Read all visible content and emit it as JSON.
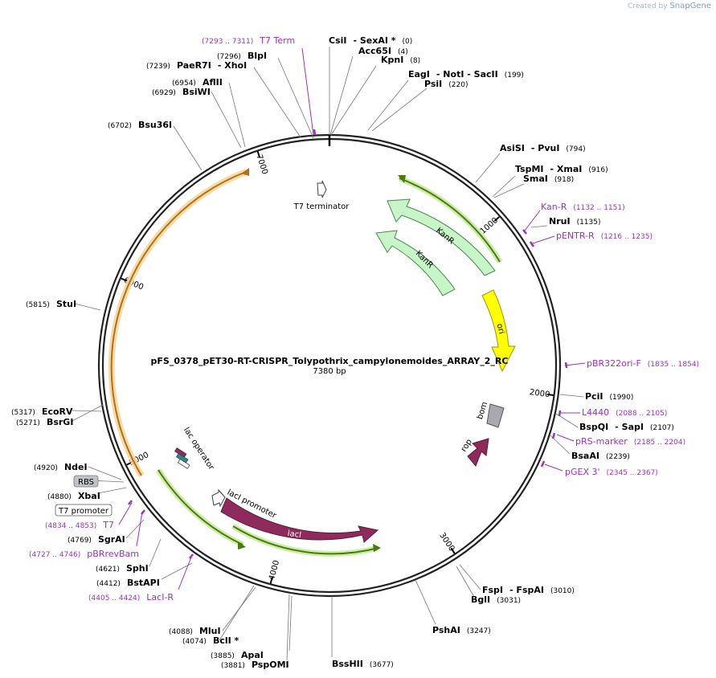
{
  "watermark": {
    "created_by": "Created by",
    "brand": "SnapGene"
  },
  "plasmid": {
    "name": "pFS_0378_pET30-RT-CRISPR_Tolypothrix_campylonemoides_ARRAY_2_RC",
    "size_label": "7380 bp",
    "length": 7380
  },
  "colors": {
    "backbone": "#222222",
    "enzyme": "#000000",
    "primer": "#9b30c8",
    "kanr": "#c8f5c8",
    "ori": "#ffff00",
    "laci": "#8e2a5c",
    "rop": "#8e2a5c",
    "bom": "#a8a8b0",
    "orf_green": "#4a7a10",
    "orf_orange": "#b0701c"
  },
  "ticks": [
    {
      "pos": 1000,
      "label": "1000"
    },
    {
      "pos": 2000,
      "label": "2000"
    },
    {
      "pos": 3000,
      "label": "3000"
    },
    {
      "pos": 4000,
      "label": "4000"
    },
    {
      "pos": 5000,
      "label": "5000"
    },
    {
      "pos": 6000,
      "label": "6000"
    },
    {
      "pos": 7000,
      "label": "7000"
    }
  ],
  "enzymes": [
    {
      "pos": "(0)",
      "name": "CsiI",
      "extra": "- SexAI *",
      "cut": 0
    },
    {
      "pos": "(4)",
      "name": "Acc65I",
      "extra": "",
      "cut": 4
    },
    {
      "pos": "(8)",
      "name": "KpnI",
      "extra": "",
      "cut": 8
    },
    {
      "pos": "(199)",
      "name": "EagI",
      "extra": "- NotI - SacII",
      "cut": 199
    },
    {
      "pos": "(220)",
      "name": "PsiI",
      "extra": "",
      "cut": 220
    },
    {
      "pos": "(794)",
      "name": "AsiSI",
      "extra": "- PvuI",
      "cut": 794
    },
    {
      "pos": "(916)",
      "name": "TspMI",
      "extra": "- XmaI",
      "cut": 916
    },
    {
      "pos": "(918)",
      "name": "SmaI",
      "extra": "",
      "cut": 918
    },
    {
      "pos": "(1135)",
      "name": "NruI",
      "extra": "",
      "cut": 1135
    },
    {
      "pos": "(1990)",
      "name": "PciI",
      "extra": "",
      "cut": 1990
    },
    {
      "pos": "(2107)",
      "name": "BspQI",
      "extra": "- SapI",
      "cut": 2107
    },
    {
      "pos": "(2239)",
      "name": "BsaAI",
      "extra": "",
      "cut": 2239
    },
    {
      "pos": "(3010)",
      "name": "FspI",
      "extra": "- FspAI",
      "cut": 3010
    },
    {
      "pos": "(3031)",
      "name": "BglI",
      "extra": "",
      "cut": 3031
    },
    {
      "pos": "(3247)",
      "name": "PshAI",
      "extra": "",
      "cut": 3247
    },
    {
      "pos": "(3677)",
      "name": "BssHII",
      "extra": "",
      "cut": 3677
    },
    {
      "pos": "(3881)",
      "name": "PspOMI",
      "extra": "",
      "cut": 3881
    },
    {
      "pos": "(3885)",
      "name": "ApaI",
      "extra": "",
      "cut": 3885
    },
    {
      "pos": "(4074)",
      "name": "BclI *",
      "extra": "",
      "cut": 4074
    },
    {
      "pos": "(4088)",
      "name": "MluI",
      "extra": "",
      "cut": 4088
    },
    {
      "pos": "(4412)",
      "name": "BstAPI",
      "extra": "",
      "cut": 4412
    },
    {
      "pos": "(4621)",
      "name": "SphI",
      "extra": "",
      "cut": 4621
    },
    {
      "pos": "(4769)",
      "name": "SgrAI",
      "extra": "",
      "cut": 4769
    },
    {
      "pos": "(4880)",
      "name": "XbaI",
      "extra": "",
      "cut": 4880
    },
    {
      "pos": "(4920)",
      "name": "NdeI",
      "extra": "",
      "cut": 4920
    },
    {
      "pos": "(5271)",
      "name": "BsrGI",
      "extra": "",
      "cut": 5271
    },
    {
      "pos": "(5317)",
      "name": "EcoRV",
      "extra": "",
      "cut": 5317
    },
    {
      "pos": "(5815)",
      "name": "StuI",
      "extra": "",
      "cut": 5815
    },
    {
      "pos": "(6702)",
      "name": "Bsu36I",
      "extra": "",
      "cut": 6702
    },
    {
      "pos": "(6929)",
      "name": "BsiWI",
      "extra": "",
      "cut": 6929
    },
    {
      "pos": "(6954)",
      "name": "AflII",
      "extra": "",
      "cut": 6954
    },
    {
      "pos": "(7239)",
      "name": "PaeR7I",
      "extra": "- XhoI",
      "cut": 7239
    },
    {
      "pos": "(7296)",
      "name": "BlpI",
      "extra": "",
      "cut": 7296
    }
  ],
  "primers": [
    {
      "name": "T7 Term",
      "range": "(7293 .. 7311)",
      "start": 7293,
      "end": 7311
    },
    {
      "name": "Kan-R",
      "range": "(1132 .. 1151)",
      "start": 1132,
      "end": 1151
    },
    {
      "name": "pENTR-R",
      "range": "(1216 .. 1235)",
      "start": 1216,
      "end": 1235
    },
    {
      "name": "pBR322ori-F",
      "range": "(1835 .. 1854)",
      "start": 1835,
      "end": 1854
    },
    {
      "name": "L4440",
      "range": "(2088 .. 2105)",
      "start": 2088,
      "end": 2105
    },
    {
      "name": "pRS-marker",
      "range": "(2185 .. 2204)",
      "start": 2185,
      "end": 2204
    },
    {
      "name": "pGEX 3'",
      "range": "(2345 .. 2367)",
      "start": 2345,
      "end": 2367
    },
    {
      "name": "T7",
      "range": "(4834 .. 4853)",
      "start": 4834,
      "end": 4853
    },
    {
      "name": "pBRrevBam",
      "range": "(4727 .. 4746)",
      "start": 4727,
      "end": 4746
    },
    {
      "name": "LacI-R",
      "range": "(4405 .. 4424)",
      "start": 4405,
      "end": 4424
    }
  ],
  "features": {
    "t7_terminator": "T7 terminator",
    "kanr1": "KanR",
    "kanr2": "KanR",
    "ori": "ori",
    "bom": "bom",
    "rop": "rop",
    "laci": "lacI",
    "laci_promoter": "lacI promoter",
    "lac_operator": "lac operator",
    "rbs": "RBS",
    "t7_promoter": "T7 promoter"
  }
}
